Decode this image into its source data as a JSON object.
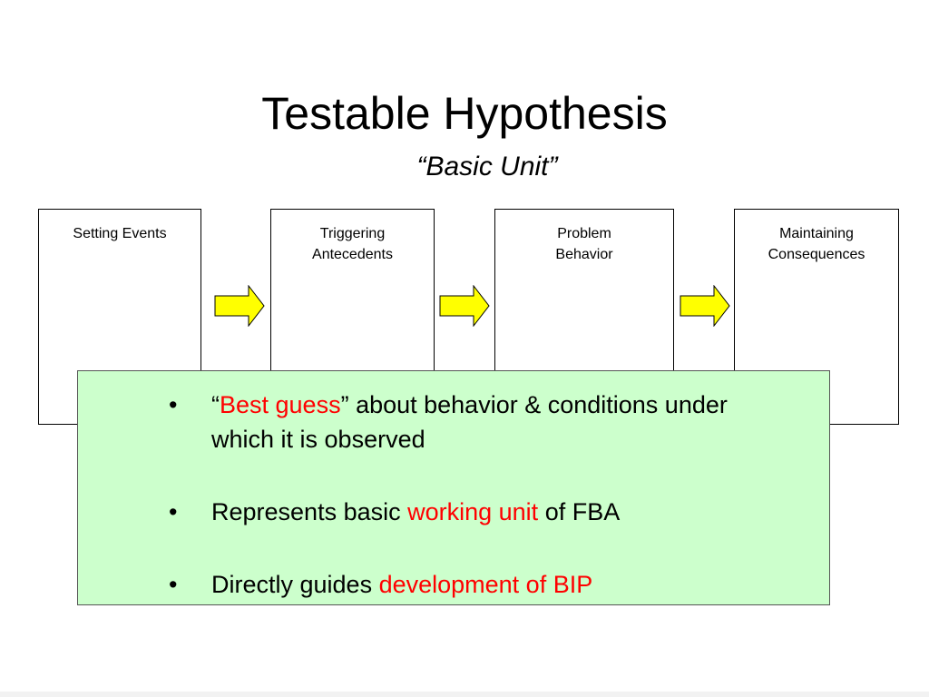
{
  "slide": {
    "title": "Testable Hypothesis",
    "subtitle": "“Basic Unit”"
  },
  "diagram": {
    "boxes": [
      {
        "lines": [
          "Setting Events"
        ]
      },
      {
        "lines": [
          "Triggering",
          "Antecedents"
        ]
      },
      {
        "lines": [
          "Problem",
          "Behavior"
        ]
      },
      {
        "lines": [
          "Maintaining",
          "Consequences"
        ]
      }
    ],
    "arrow_color": "#ffff00",
    "arrow_icon": "right-arrow-icon"
  },
  "callout": {
    "background": "#ccffcc",
    "highlight_color": "#ff0000",
    "bullet_glyph": "•",
    "bullets": [
      {
        "pre": "“",
        "highlight": "Best guess",
        "post": "” about behavior & conditions under which it is observed"
      },
      {
        "pre": "Represents basic ",
        "highlight": "working unit",
        "post": " of FBA"
      },
      {
        "pre": "Directly guides ",
        "highlight": "development of BIP",
        "post": ""
      }
    ]
  }
}
